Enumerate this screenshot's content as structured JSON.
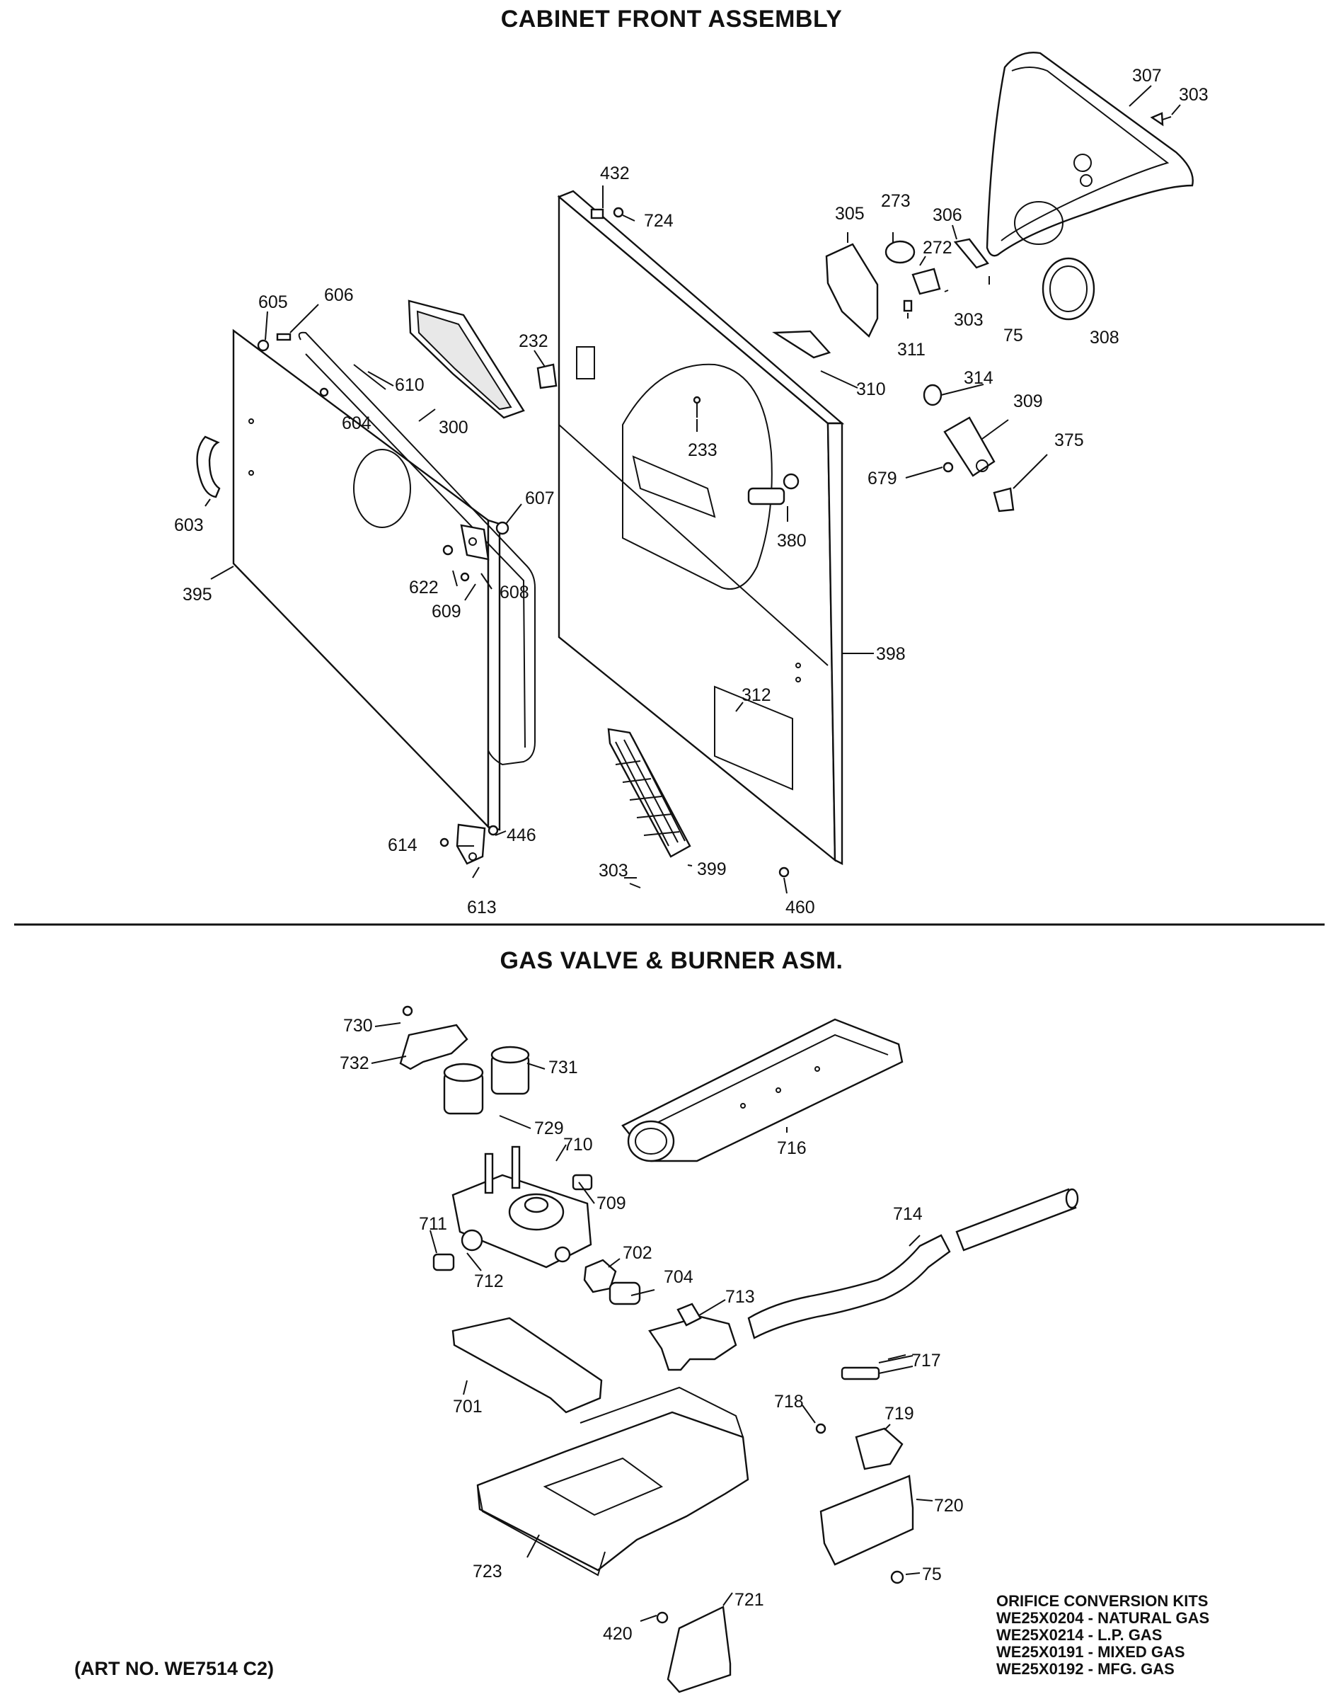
{
  "titles": {
    "top": "CABINET FRONT ASSEMBLY",
    "bottom": "GAS VALVE & BURNER ASM."
  },
  "art_number": "(ART NO. WE7514 C2)",
  "kits": {
    "heading": "ORIFICE CONVERSION KITS",
    "items": [
      "WE25X0204 - NATURAL GAS",
      "WE25X0214 - L.P. GAS",
      "WE25X0191 - MIXED GAS",
      "WE25X0192 - MFG. GAS"
    ]
  },
  "labels": {
    "p307": "307",
    "p303a": "303",
    "p432": "432",
    "p724": "724",
    "p305": "305",
    "p273": "273",
    "p306": "306",
    "p272": "272",
    "p303b": "303",
    "p75a": "75",
    "p308": "308",
    "p311": "311",
    "p310": "310",
    "p314": "314",
    "p309": "309",
    "p375": "375",
    "p679": "679",
    "p605": "605",
    "p606": "606",
    "p232": "232",
    "p610": "610",
    "p604": "604",
    "p300": "300",
    "p233": "233",
    "p603": "603",
    "p607": "607",
    "p380": "380",
    "p622": "622",
    "p608": "608",
    "p609": "609",
    "p395": "395",
    "p398": "398",
    "p312": "312",
    "p614": "614",
    "p446": "446",
    "p303c": "303",
    "p399": "399",
    "p460": "460",
    "p613": "613",
    "p730": "730",
    "p732": "732",
    "p731": "731",
    "p729": "729",
    "p710": "710",
    "p716": "716",
    "p709": "709",
    "p711": "711",
    "p714": "714",
    "p702": "702",
    "p712": "712",
    "p704": "704",
    "p713": "713",
    "p701": "701",
    "p717": "717",
    "p718": "718",
    "p719": "719",
    "p720": "720",
    "p723": "723",
    "p75b": "75",
    "p721": "721",
    "p420": "420"
  }
}
